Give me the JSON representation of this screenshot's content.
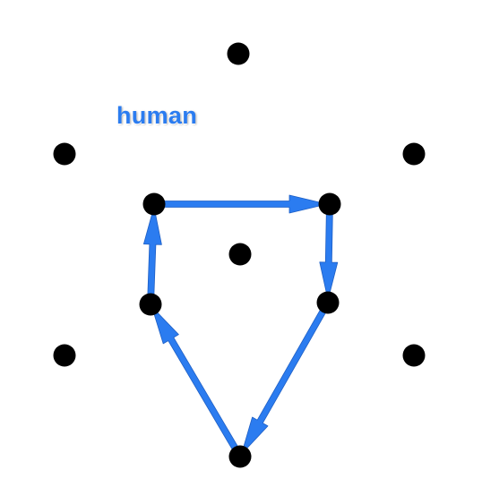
{
  "label": {
    "text": "human"
  },
  "colors": {
    "dot": "#000000",
    "arrow": "#2b7cf0",
    "label": "#2b7cf0",
    "background": "#ffffff"
  },
  "dots": [
    {
      "id": "top"
    },
    {
      "id": "upper-left"
    },
    {
      "id": "upper-right"
    },
    {
      "id": "inner-top-left"
    },
    {
      "id": "inner-top-right"
    },
    {
      "id": "center"
    },
    {
      "id": "inner-bottom-left"
    },
    {
      "id": "inner-bottom-right"
    },
    {
      "id": "lower-left"
    },
    {
      "id": "lower-right"
    },
    {
      "id": "bottom"
    }
  ],
  "path": [
    "inner-bottom-right",
    "bottom",
    "inner-bottom-left",
    "inner-top-left",
    "inner-top-right",
    "inner-bottom-right"
  ]
}
